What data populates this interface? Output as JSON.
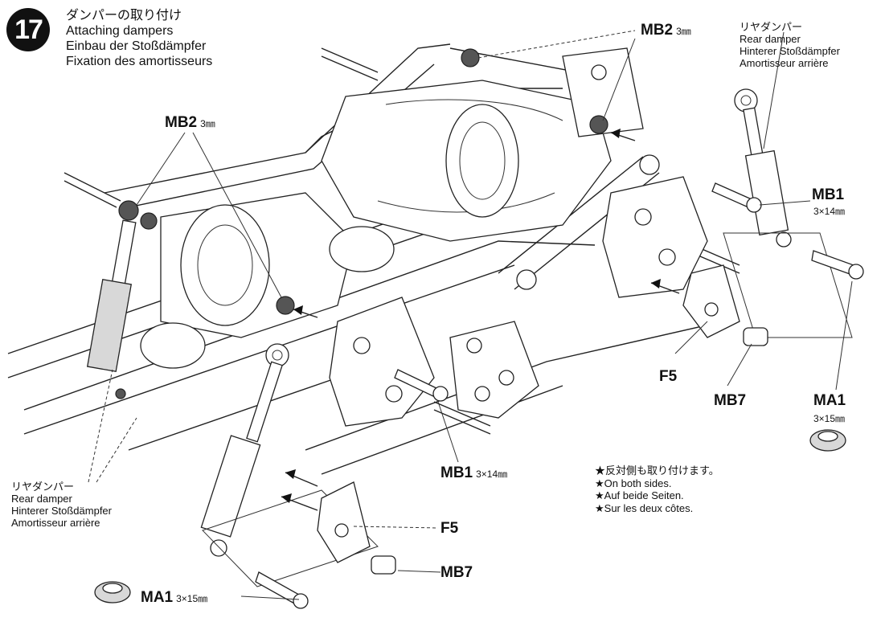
{
  "step": {
    "number": "17"
  },
  "title": {
    "ja": "ダンパーの取り付け",
    "en": "Attaching dampers",
    "de": "Einbau der Stoßdämpfer",
    "fr": "Fixation des amortisseurs"
  },
  "parts": {
    "mb2_top": {
      "code": "MB2",
      "size": "3㎜"
    },
    "mb2_left": {
      "code": "MB2",
      "size": "3㎜"
    },
    "mb1_right": {
      "code": "MB1",
      "size": "3×14㎜"
    },
    "mb1_center": {
      "code": "MB1",
      "size": "3×14㎜"
    },
    "f5_right": {
      "code": "F5"
    },
    "f5_left": {
      "code": "F5"
    },
    "mb7_right": {
      "code": "MB7"
    },
    "mb7_left": {
      "code": "MB7"
    },
    "ma1_right": {
      "code": "MA1",
      "size": "3×15㎜"
    },
    "ma1_left": {
      "code": "MA1",
      "size": "3×15㎜"
    }
  },
  "rear_damper_right": {
    "ja": "リヤダンパー",
    "en": "Rear damper",
    "de": "Hinterer Stoßdämpfer",
    "fr": "Amortisseur arrière"
  },
  "rear_damper_left": {
    "ja": "リヤダンパー",
    "en": "Rear damper",
    "de": "Hinterer Stoßdämpfer",
    "fr": "Amortisseur arrière"
  },
  "notes": {
    "ja": "★反対側も取り付けます。",
    "en": "★On both sides.",
    "de": "★Auf beide Seiten.",
    "fr": "★Sur les deux côtes."
  }
}
